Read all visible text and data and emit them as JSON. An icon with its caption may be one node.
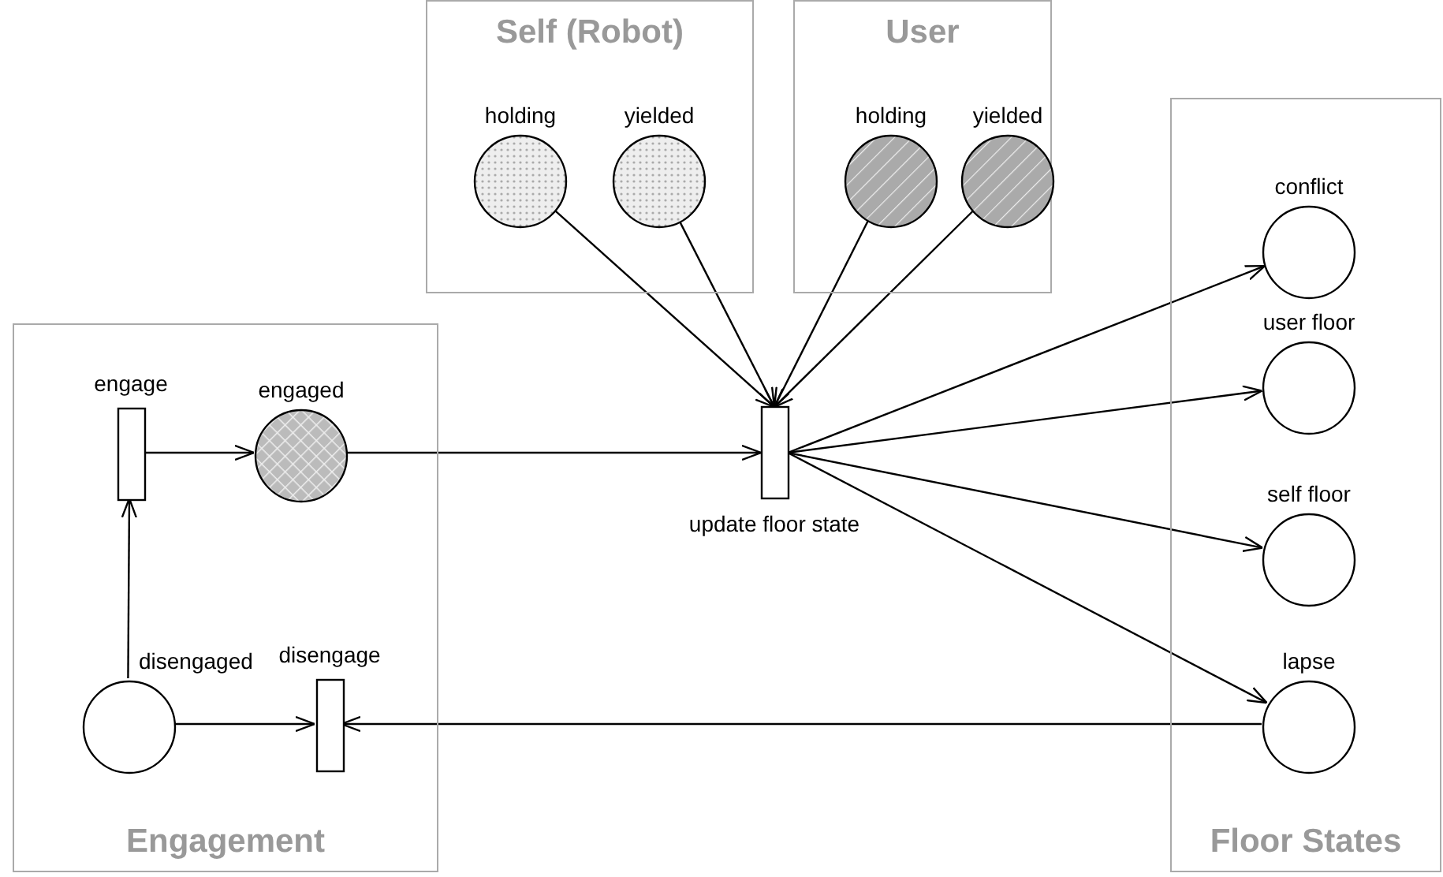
{
  "diagram": {
    "nodes": [
      {
        "text": [
          "Self (Robot)"
        ]
      },
      {
        "text": [
          "holding"
        ],
        "in": 0
      },
      {
        "text": [
          "yielded"
        ],
        "in": 0
      },
      {
        "text": [
          "User"
        ]
      },
      {
        "text": [
          "holding"
        ],
        "in": 3
      },
      {
        "text": [
          "yielded"
        ],
        "in": 3
      },
      {
        "text": [
          "Engagement"
        ]
      },
      {
        "text": [
          "engage"
        ],
        "in": 6
      },
      {
        "text": [
          "engaged"
        ],
        "in": 6
      },
      {
        "text": [
          "disengaged"
        ],
        "in": 6
      },
      {
        "text": [
          "disengage"
        ],
        "in": 6
      },
      {
        "text": [
          "update floor state"
        ]
      },
      {
        "text": [
          "Floor States"
        ]
      },
      {
        "text": [
          "conflict"
        ],
        "in": 12
      },
      {
        "text": [
          "user floor"
        ],
        "in": 12
      },
      {
        "text": [
          "self floor"
        ],
        "in": 12
      },
      {
        "text": [
          "lapse"
        ],
        "in": 12
      }
    ],
    "edges": [
      {
        "from": 1,
        "to": 11,
        "arrow": "to"
      },
      {
        "from": 2,
        "to": 11,
        "arrow": "to"
      },
      {
        "from": 4,
        "to": 11,
        "arrow": "to"
      },
      {
        "from": 5,
        "to": 11,
        "arrow": "to"
      },
      {
        "from": 7,
        "to": 8,
        "arrow": "to"
      },
      {
        "from": 8,
        "to": 11,
        "arrow": "to"
      },
      {
        "from": 9,
        "to": 7,
        "arrow": "to"
      },
      {
        "from": 9,
        "to": 10,
        "arrow": "to"
      },
      {
        "from": 11,
        "to": 13,
        "arrow": "to"
      },
      {
        "from": 11,
        "to": 14,
        "arrow": "to"
      },
      {
        "from": 11,
        "to": 15,
        "arrow": "to"
      },
      {
        "from": 11,
        "to": 16,
        "arrow": "to"
      },
      {
        "from": 16,
        "to": 10,
        "arrow": "to"
      }
    ]
  }
}
